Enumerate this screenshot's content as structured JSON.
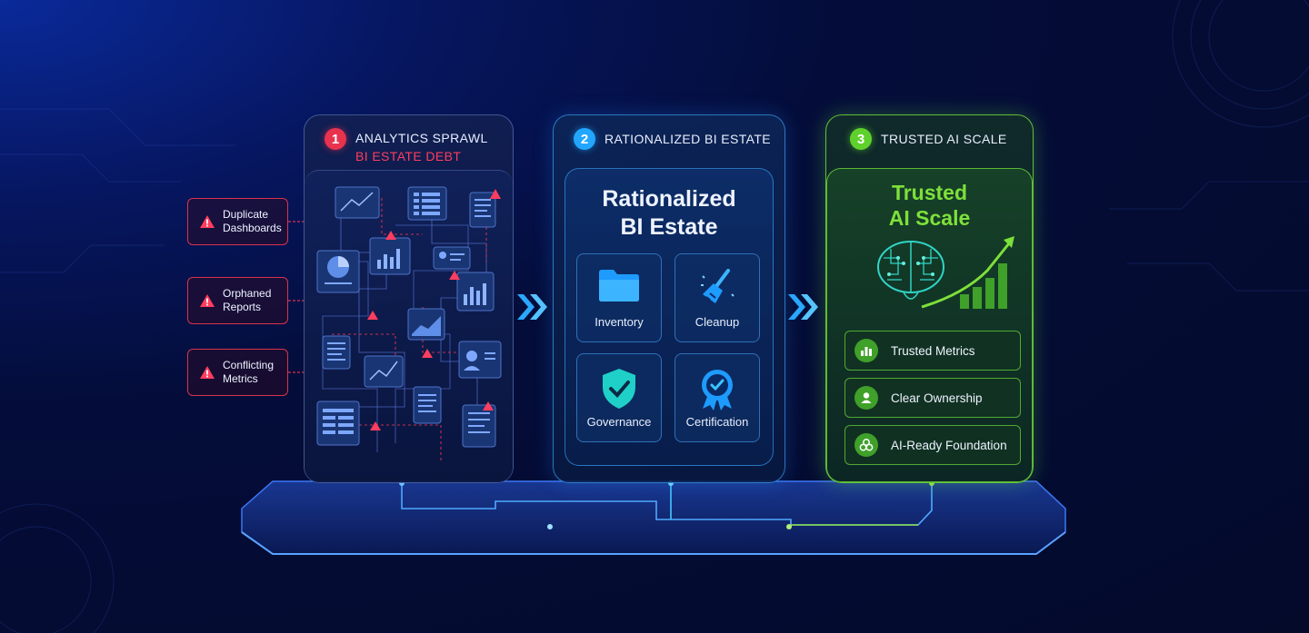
{
  "stage1": {
    "number": "1",
    "title": "ANALYTICS SPRAWL",
    "subtitle": "BI ESTATE DEBT",
    "callouts": [
      "Duplicate Dashboards",
      "Orphaned Reports",
      "Conflicting Metrics"
    ]
  },
  "stage2": {
    "number": "2",
    "title": "RATIONALIZED BI ESTATE",
    "heading_line1": "Rationalized",
    "heading_line2": "BI Estate",
    "tiles": [
      "Inventory",
      "Cleanup",
      "Governance",
      "Certification"
    ]
  },
  "stage3": {
    "number": "3",
    "title": "TRUSTED AI SCALE",
    "heading_line1": "Trusted",
    "heading_line2": "AI Scale",
    "items": [
      "Trusted Metrics",
      "Clear Ownership",
      "AI-Ready Foundation"
    ]
  },
  "colors": {
    "background": "#040d3a",
    "red_accent": "#e8324e",
    "blue_accent": "#22a6ff",
    "green_accent": "#5fd12c"
  },
  "icons": [
    "warning-icon",
    "folder-icon",
    "broom-icon",
    "shield-check-icon",
    "certificate-badge-icon",
    "brain-icon",
    "growth-chart-icon",
    "bar-chart-icon",
    "user-icon",
    "network-icon",
    "chevron-double-right-icon"
  ]
}
